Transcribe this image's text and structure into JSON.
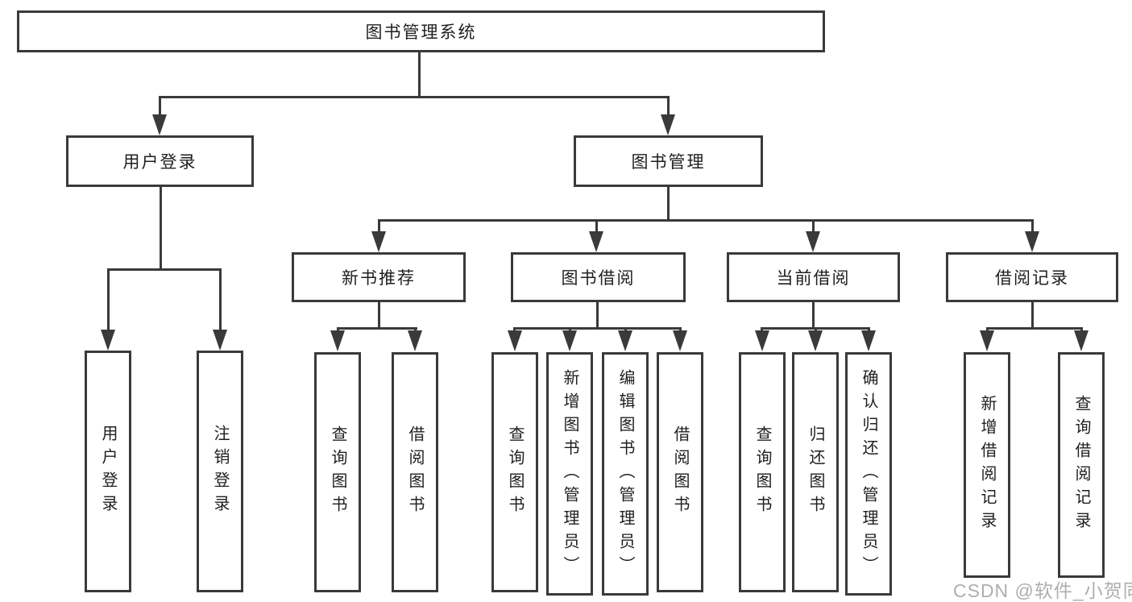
{
  "tree": {
    "root": {
      "label": "图书管理系统"
    },
    "branches": [
      {
        "label": "用户登录",
        "leaves": [
          "用户登录",
          "注销登录"
        ]
      },
      {
        "label": "图书管理",
        "children": [
          {
            "label": "新书推荐",
            "leaves": [
              "查询图书",
              "借阅图书"
            ]
          },
          {
            "label": "图书借阅",
            "leaves": [
              "查询图书",
              "新增图书（管理员）",
              "编辑图书（管理员）",
              "借阅图书"
            ]
          },
          {
            "label": "当前借阅",
            "leaves": [
              "查询图书",
              "归还图书",
              "确认归还（管理员）"
            ]
          },
          {
            "label": "借阅记录",
            "leaves": [
              "新增借阅记录",
              "查询借阅记录"
            ]
          }
        ]
      }
    ]
  },
  "watermark": {
    "text": "CSDN @软件_小贺同学"
  },
  "colors": {
    "line": "#3a3a3a",
    "text": "#1f1f1f",
    "watermark": "#a5a5a5",
    "background": "#ffffff"
  }
}
